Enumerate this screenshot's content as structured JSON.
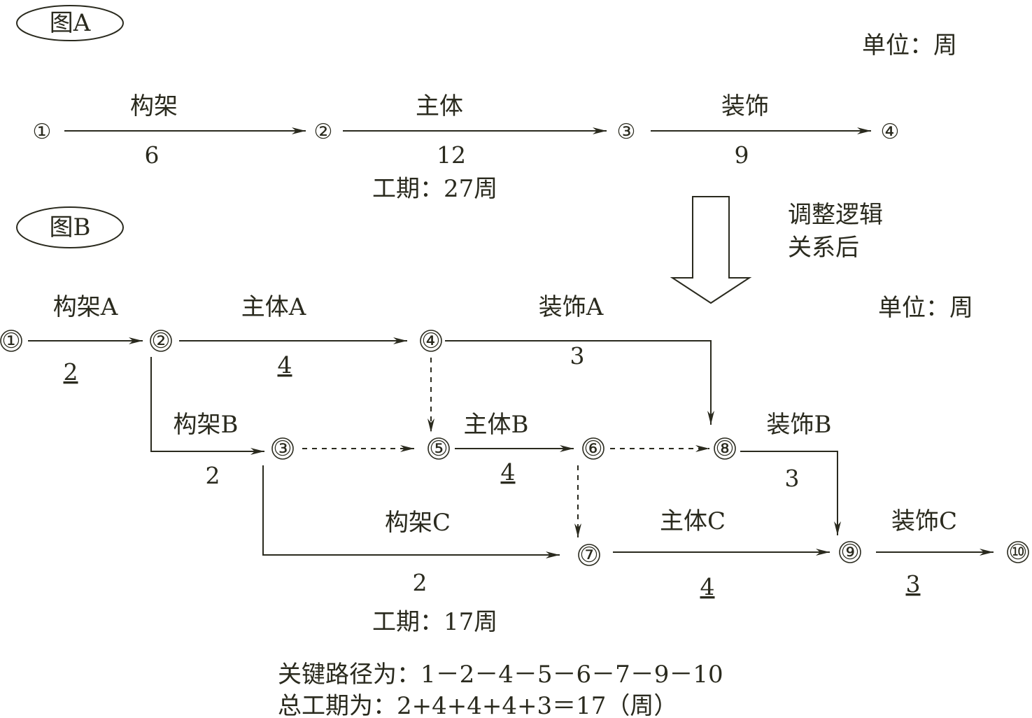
{
  "figure_a": {
    "tag": "图A",
    "unit": "单位：周",
    "nodes": [
      "①",
      "②",
      "③",
      "④"
    ],
    "activities": [
      {
        "name": "构架",
        "duration": "6"
      },
      {
        "name": "主体",
        "duration": "12"
      },
      {
        "name": "装饰",
        "duration": "9"
      }
    ],
    "total": "工期：27周"
  },
  "transition": {
    "line1": "调整逻辑",
    "line2": "关系后"
  },
  "figure_b": {
    "tag": "图B",
    "unit": "单位：周",
    "nodes": [
      "①",
      "②",
      "③",
      "④",
      "⑤",
      "⑥",
      "⑦",
      "⑧",
      "⑨",
      "⑩"
    ],
    "activities": [
      {
        "name": "构架A",
        "duration": "2",
        "critical": true
      },
      {
        "name": "主体A",
        "duration": "4",
        "critical": true
      },
      {
        "name": "装饰A",
        "duration": "3",
        "critical": false
      },
      {
        "name": "构架B",
        "duration": "2",
        "critical": false
      },
      {
        "name": "主体B",
        "duration": "4",
        "critical": true
      },
      {
        "name": "装饰B",
        "duration": "3",
        "critical": false
      },
      {
        "name": "构架C",
        "duration": "2",
        "critical": false
      },
      {
        "name": "主体C",
        "duration": "4",
        "critical": true
      },
      {
        "name": "装饰C",
        "duration": "3",
        "critical": true
      }
    ],
    "total": "工期：17周",
    "critical_path": "关键路径为：1－2－4－5－6－7－9－10",
    "total_formula": "总工期为：2+4+4+4+3＝17（周）"
  }
}
